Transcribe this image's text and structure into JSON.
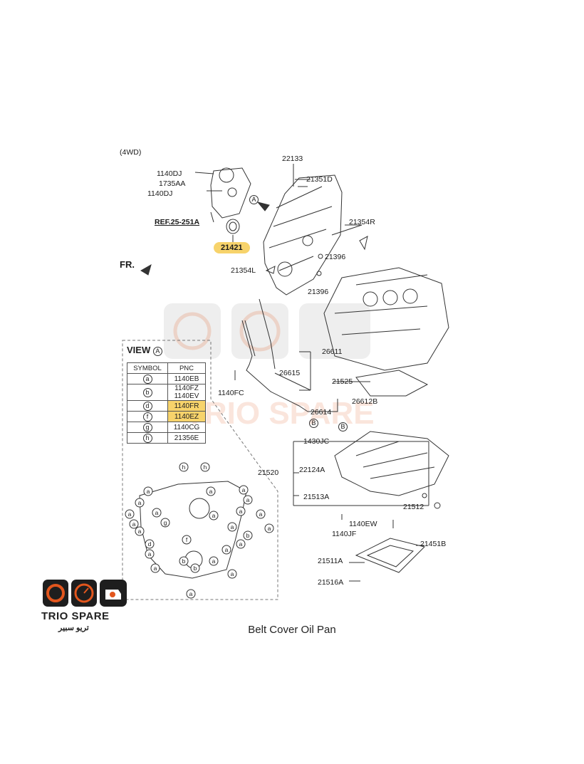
{
  "header": {
    "variant": "(4WD)"
  },
  "parts": {
    "p22133": "22133",
    "p21351D": "21351D",
    "p1140DJ_a": "1140DJ",
    "p1735AA": "1735AA",
    "p1140DJ_b": "1140DJ",
    "ref": "REF.25-251A",
    "p21354R": "21354R",
    "p21421": "21421",
    "p21396_a": "21396",
    "p21354L": "21354L",
    "p21396_b": "21396",
    "fr": "FR.",
    "p26611": "26611",
    "p26615": "26615",
    "p1140FC": "1140FC",
    "p21525": "21525",
    "p26612B": "26612B",
    "p26614": "26614",
    "p1430JC": "1430JC",
    "p21520": "21520",
    "p22124A": "22124A",
    "p21513A": "21513A",
    "p21512": "21512",
    "p1140EW": "1140EW",
    "p1140JF": "1140JF",
    "p21451B": "21451B",
    "p21511A": "21511A",
    "p21516A": "21516A",
    "markA": "A",
    "markB": "B",
    "markB2": "B"
  },
  "view": {
    "title": "VIEW",
    "marker": "A",
    "col_symbol": "SYMBOL",
    "col_pnc": "PNC",
    "rows": [
      {
        "symbol": "a",
        "pnc": "1140EB"
      },
      {
        "symbol": "b",
        "pnc": "1140FZ\n1140EV"
      },
      {
        "symbol": "d",
        "pnc": "1140FR"
      },
      {
        "symbol": "f",
        "pnc": "1140EZ"
      },
      {
        "symbol": "g",
        "pnc": "1140CG"
      },
      {
        "symbol": "h",
        "pnc": "21356E"
      }
    ]
  },
  "brand": {
    "name": "TRIO SPARE",
    "arabic": "تريو سبير",
    "accent": "#e2561d"
  },
  "caption": "Belt Cover Oil Pan",
  "colors": {
    "highlight": "#f7d36b",
    "line": "#333333"
  }
}
